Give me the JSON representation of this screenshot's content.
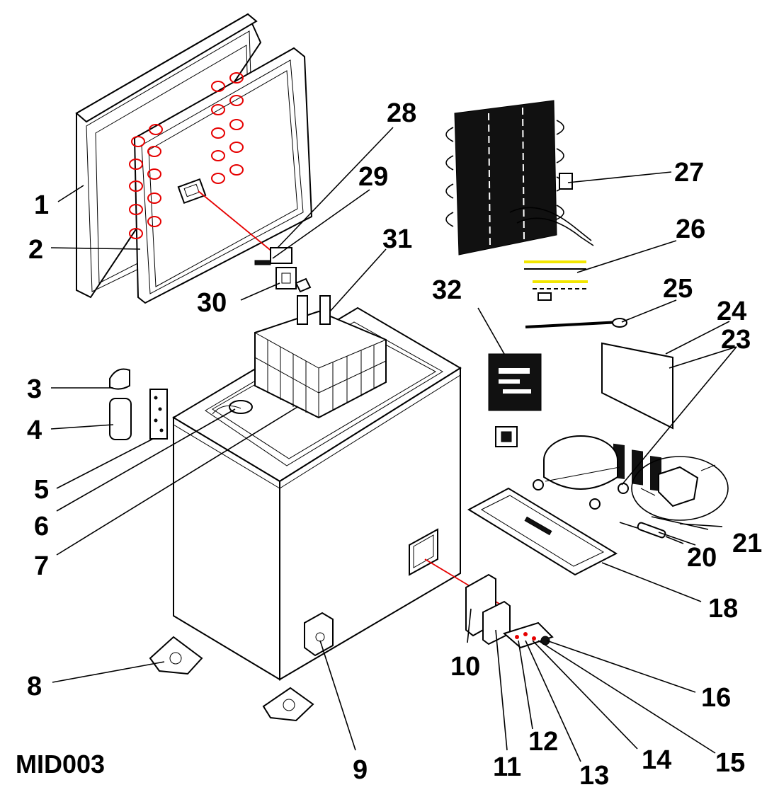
{
  "diagram": {
    "model_code": "MID003",
    "callouts": [
      {
        "id": "1"
      },
      {
        "id": "2"
      },
      {
        "id": "3"
      },
      {
        "id": "4"
      },
      {
        "id": "5"
      },
      {
        "id": "6"
      },
      {
        "id": "7"
      },
      {
        "id": "8"
      },
      {
        "id": "9"
      },
      {
        "id": "10"
      },
      {
        "id": "11"
      },
      {
        "id": "12"
      },
      {
        "id": "13"
      },
      {
        "id": "14"
      },
      {
        "id": "15"
      },
      {
        "id": "16"
      },
      {
        "id": "18"
      },
      {
        "id": "20"
      },
      {
        "id": "21"
      },
      {
        "id": "23"
      },
      {
        "id": "24"
      },
      {
        "id": "25"
      },
      {
        "id": "26"
      },
      {
        "id": "27"
      },
      {
        "id": "28"
      },
      {
        "id": "29"
      },
      {
        "id": "30"
      },
      {
        "id": "31"
      },
      {
        "id": "32"
      }
    ],
    "colors": {
      "line": "#000000",
      "highlight": "#e60000",
      "accent_yellow": "#f2e600",
      "background": "#ffffff"
    }
  }
}
